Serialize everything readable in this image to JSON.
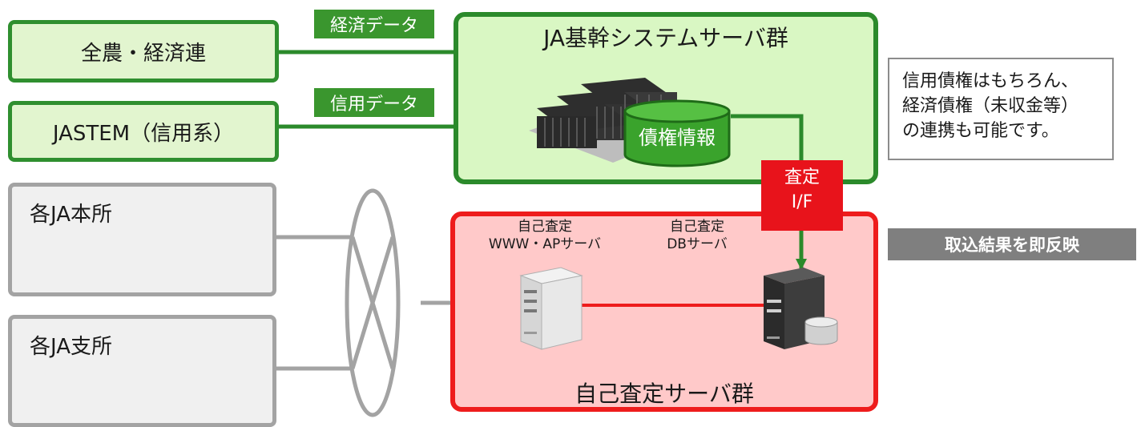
{
  "sources": {
    "zennoh": "全農・経済連",
    "jastem": "JASTEM（信用系）"
  },
  "tags": {
    "keizai_data": "経済データ",
    "shinyo_data": "信用データ"
  },
  "ja_group": {
    "title": "JA基幹システムサーバ群",
    "db_label": "債権情報"
  },
  "note": {
    "lines": [
      "信用債権はもちろん、",
      "経済債権（未収金等）",
      "の連携も可能です。"
    ]
  },
  "offices": {
    "honsho": "各JA本所",
    "shisho": "各JA支所"
  },
  "interface": {
    "line1": "査定",
    "line2": "I/F"
  },
  "self_group": {
    "title": "自己査定サーバ群",
    "www_line1": "自己査定",
    "www_line2": "WWW・APサーバ",
    "db_line1": "自己査定",
    "db_line2": "DBサーバ"
  },
  "banner": "取込結果を即反映",
  "colors": {
    "green_border": "#2b8a2b",
    "green_fill": "#d9f7c3",
    "red_border": "#ee1c1c",
    "red_fill": "#ffc9c9",
    "gray_line": "#a3a3a3",
    "tag_green": "#3a962e",
    "banner_gray": "#7f7f7f"
  }
}
